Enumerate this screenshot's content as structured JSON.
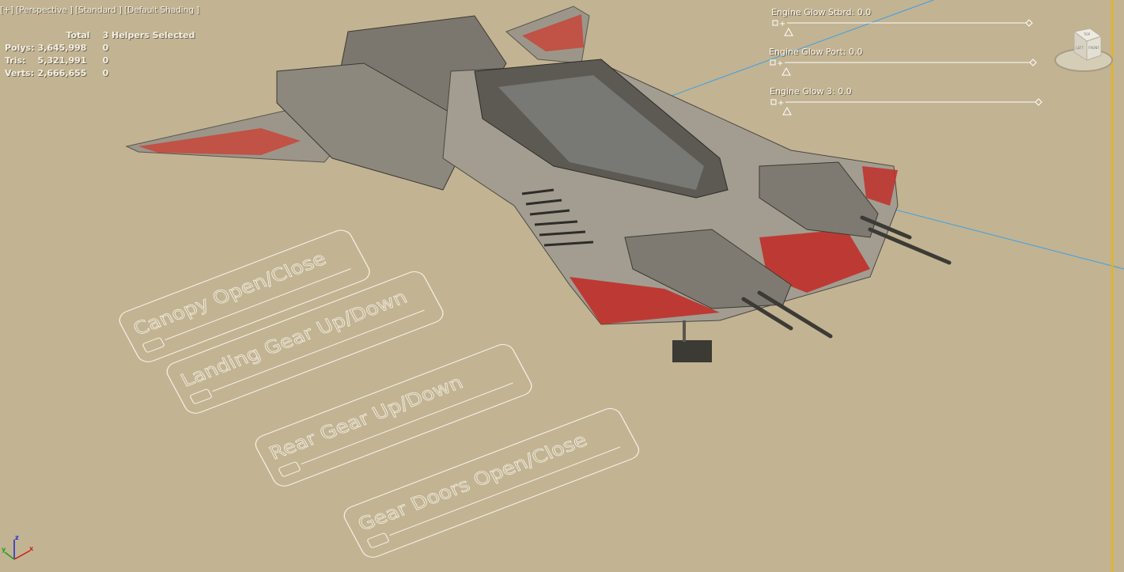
{
  "viewport": {
    "labels": [
      "[+]",
      "[Perspective ]",
      "[Standard ]",
      "[Default Shading ]"
    ]
  },
  "stats": {
    "header_total": "Total",
    "header_selected": "3 Helpers Selected",
    "rows": [
      {
        "label": "Polys:",
        "total": "3,645,998",
        "selected": "0"
      },
      {
        "label": "Tris:",
        "total": "5,321,991",
        "selected": "0"
      },
      {
        "label": "Verts:",
        "total": "2,666,655",
        "selected": "0"
      }
    ]
  },
  "sliders": [
    {
      "label": "Engine Glow Stbrd: 0.0",
      "value": 0.0
    },
    {
      "label": "Engine Glow Port: 0.0",
      "value": 0.0
    },
    {
      "label": "Engine Glow 3: 0.0",
      "value": 0.0
    }
  ],
  "panels": [
    {
      "label": "Canopy Open/Close"
    },
    {
      "label": "Landing Gear Up/Down"
    },
    {
      "label": "Rear Gear Up/Down"
    },
    {
      "label": "Gear Doors Open/Close"
    }
  ],
  "viewcube": {
    "faces": [
      "TOP",
      "LEFT",
      "FRONT"
    ]
  },
  "axis_gizmo": {
    "x": "x",
    "y": "y",
    "z": "z"
  },
  "colors": {
    "background": "#c2b392",
    "grid_line": "#3aa0e8",
    "frame": "#f0b400",
    "hull": "#9a958a",
    "hull_red": "#c0302a"
  }
}
